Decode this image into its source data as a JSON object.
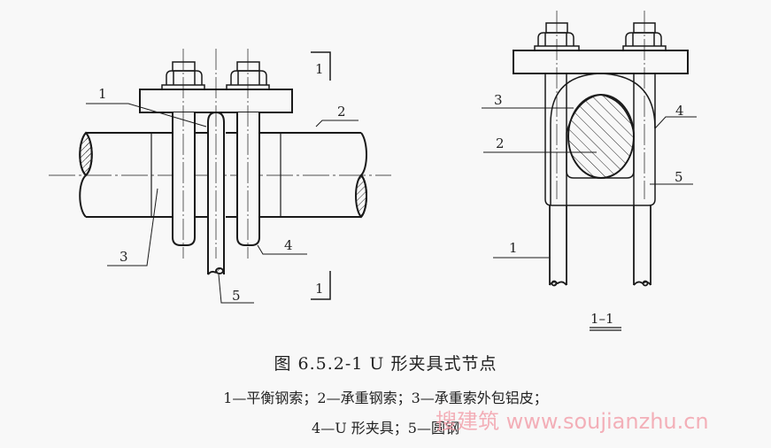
{
  "figure": {
    "title": "图 6.5.2-1   U 形夹具式节点",
    "legend_line1": "1—平衡钢索；2—承重钢索；3—承重索外包铝皮；",
    "legend_line2": "4—U 形夹具；5—圆钢",
    "section_view_label": "1–1",
    "section_marker_label": "1"
  },
  "front_view": {
    "callouts": [
      {
        "id": "1",
        "text": "1"
      },
      {
        "id": "2",
        "text": "2"
      },
      {
        "id": "3",
        "text": "3"
      },
      {
        "id": "4",
        "text": "4"
      },
      {
        "id": "5",
        "text": "5"
      }
    ]
  },
  "section_view": {
    "callouts": [
      {
        "id": "1",
        "text": "1"
      },
      {
        "id": "2",
        "text": "2"
      },
      {
        "id": "3",
        "text": "3"
      },
      {
        "id": "4",
        "text": "4"
      },
      {
        "id": "5",
        "text": "5"
      }
    ]
  },
  "legend": [
    {
      "number": "1",
      "name": "平衡钢索"
    },
    {
      "number": "2",
      "name": "承重钢索"
    },
    {
      "number": "3",
      "name": "承重索外包铝皮"
    },
    {
      "number": "4",
      "name": "U 形夹具"
    },
    {
      "number": "5",
      "name": "圆钢"
    }
  ],
  "watermark": {
    "text": "搜建筑 www.soujianzhu.cn",
    "color": "#f3a3ad"
  },
  "colors": {
    "line": "#1a1a1a",
    "background": "#f8f8f8"
  }
}
